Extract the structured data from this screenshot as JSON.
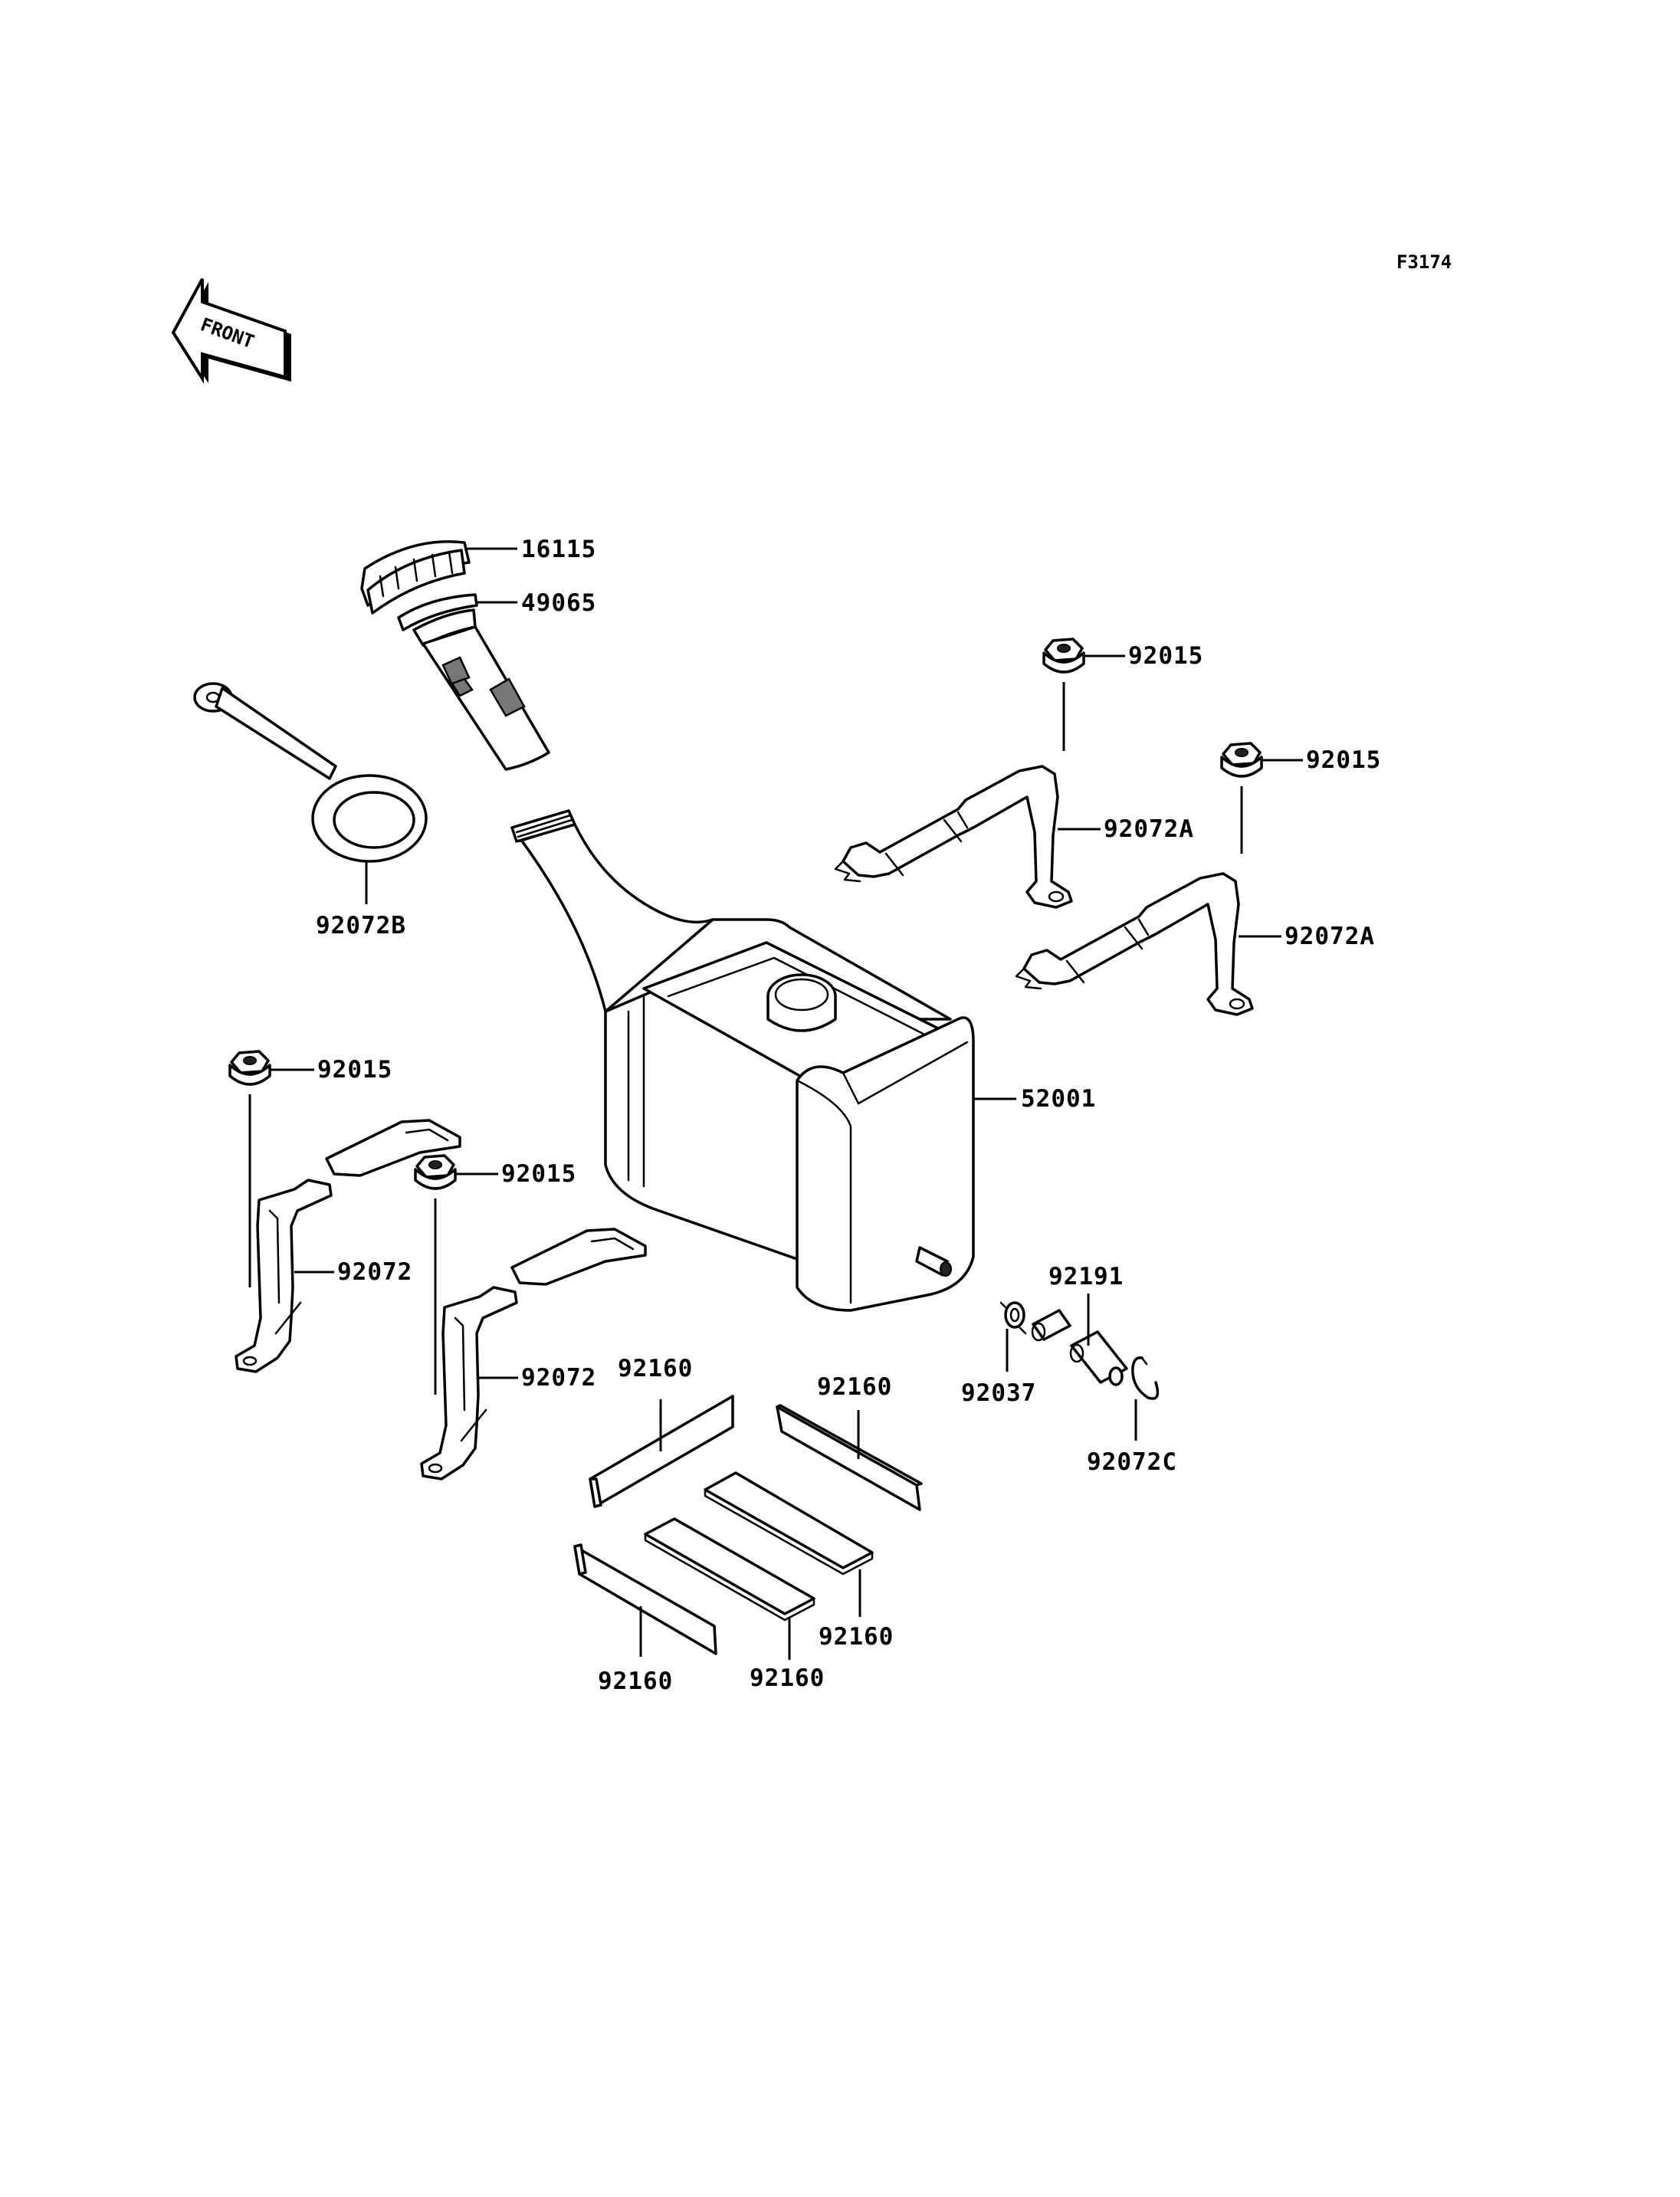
{
  "diagram": {
    "figure_code": "F3174",
    "direction_indicator": "FRONT",
    "part_labels": {
      "cap": "16115",
      "filter": "49065",
      "cap_strap": "92072B",
      "nut_upper_a": "92015",
      "nut_upper_b": "92015",
      "band_upper_a": "92072A",
      "band_upper_b": "92072A",
      "tank": "52001",
      "nut_left_a": "92015",
      "nut_left_b": "92015",
      "band_left_a": "92072",
      "band_left_b": "92072",
      "hose": "92191",
      "clamp": "92037",
      "clip": "92072C",
      "pad_1": "92160",
      "pad_2": "92160",
      "pad_3": "92160",
      "pad_4": "92160",
      "pad_5": "92160"
    }
  }
}
